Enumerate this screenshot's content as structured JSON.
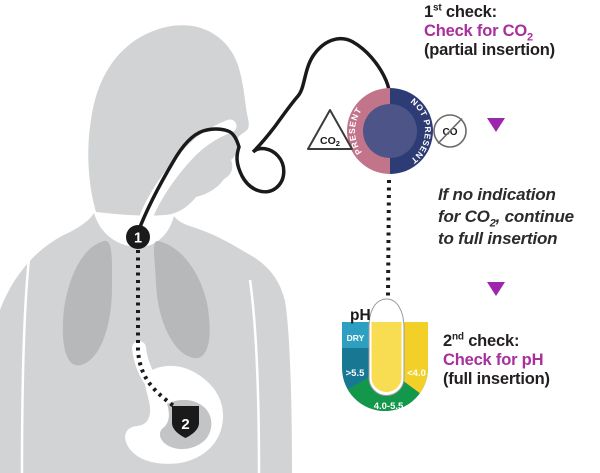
{
  "colors": {
    "magenta_text": "#a82f9c",
    "purple_arrow": "#9c27ad",
    "body_gray": "#d2d3d5",
    "lung_gray": "#b7b8ba",
    "stomach_inner_gray": "#c3c4c6",
    "ink": "#1a1a1a",
    "co2_present_pink": "#c2748b",
    "co2_not_present_navy": "#2d3c74",
    "co2_center_blue": "#4c5488",
    "ph_dry_blue": "#2da0c2",
    "ph_high_teal": "#187894",
    "ph_low_yellow": "#f2d028",
    "ph_mid_green": "#13984b",
    "tube_liquid_yellow": "#f8dc52"
  },
  "check1": {
    "number": "1",
    "ordinal": "st",
    "rest": " check:",
    "action": "Check for CO",
    "action_sub": "2",
    "detail": "(partial insertion)"
  },
  "transition": {
    "line1": "If no indication",
    "line2_pre": "for CO",
    "line2_sub": "2",
    "line2_post": ", continue",
    "line3": "to full insertion"
  },
  "check2": {
    "number": "2",
    "ordinal": "nd",
    "rest": " check:",
    "action": "Check for pH",
    "detail": "(full insertion)"
  },
  "co2_gauge": {
    "present_label": "PRESENT",
    "not_present_label": "NOT PRESENT",
    "triangle_text": "CO",
    "triangle_sub": "2",
    "no_co2_text": "CO"
  },
  "ph_gauge": {
    "title": "pH",
    "dry_label": "DRY",
    "high_label": ">5.5",
    "low_label": "<4.0",
    "mid_label": "4.0-5.5"
  },
  "markers": {
    "first": "1",
    "second": "2"
  }
}
